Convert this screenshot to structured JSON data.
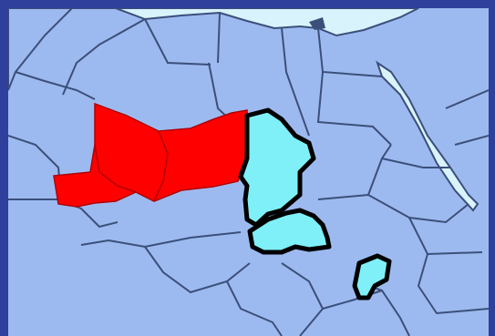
{
  "map": {
    "colors": {
      "frame": "#2f3f9c",
      "land": "#9dbaf0",
      "water": "#d8f3fb",
      "border": "#3b4f7a",
      "red_region": "#ff0000",
      "cyan_region": "#7ff0f8",
      "cyan_outline": "#000000"
    },
    "regions": [
      {
        "key": "west-sahel",
        "highlight": "red"
      },
      {
        "key": "central-africa",
        "highlight": "cyan"
      },
      {
        "key": "central-south",
        "highlight": "cyan"
      },
      {
        "key": "east-lake",
        "highlight": "cyan"
      }
    ]
  }
}
